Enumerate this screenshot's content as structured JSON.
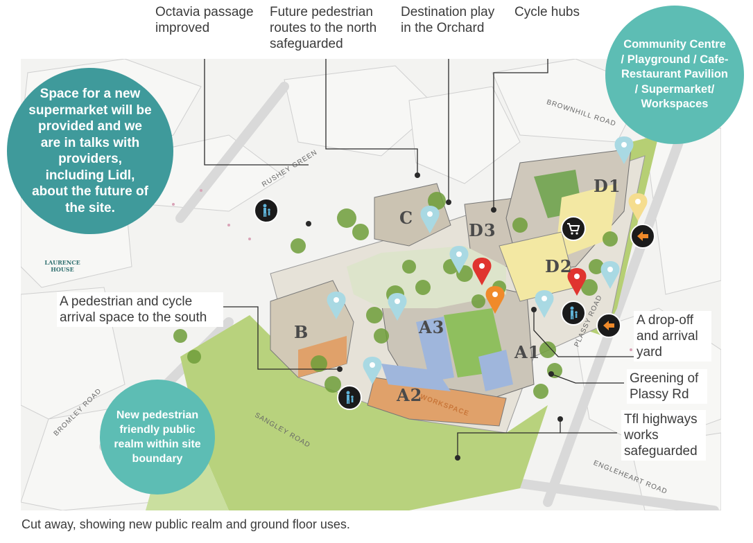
{
  "callouts": {
    "octavia": "Octavia passage improved",
    "future_routes": "Future pedestrian routes to the north safeguarded",
    "destination_play": "Destination play in the Orchard",
    "cycle_hubs": "Cycle hubs",
    "pedestrian_arrival": "A pedestrian and cycle arrival space to the south",
    "drop_off": "A drop-off and arrival yard",
    "greening": "Greening of Plassy Rd",
    "tfl": "Tfl highways works safeguarded"
  },
  "bubbles": {
    "supermarket": "Space for a new supermarket will be provided and we are in talks with providers, including Lidl, about the future of the site.",
    "community": "Community Centre / Playground / Cafe-Restaurant Pavilion / Supermarket/ Workspaces",
    "public_realm": "New pedestrian friendly public realm within site boundary"
  },
  "blocks": [
    "C",
    "D3",
    "D1",
    "D2",
    "B",
    "A3",
    "A1",
    "A2"
  ],
  "roads": {
    "brownhill": "BROWNHILL ROAD",
    "rushey": "RUSHEY GREEN",
    "plassy": "PLASSY ROAD",
    "bromley": "BROMLEY ROAD",
    "sangley": "SANGLEY ROAD",
    "engleheart": "ENGLEHEART ROAD"
  },
  "building_labels": {
    "laurence_house": "LAURENCE HOUSE",
    "workspace": "WORKSPACE"
  },
  "caption": "Cut away, showing new public realm and ground floor uses.",
  "colors": {
    "teal_dark": "#3f9a9b",
    "teal_light": "#5dbdb4",
    "pin_light_blue": "#a9d9e3",
    "pin_red": "#e0342f",
    "pin_orange": "#f08a2a",
    "pin_yellow": "#f5dd8f",
    "icon_black": "#1b1b1b",
    "arrow_orange": "#f08a2a",
    "grass": "#a8c96a",
    "workspace_orange": "#e0a16a",
    "ground_blue": "#9fb6dc",
    "retail_yellow": "#f3e8a3"
  },
  "icons": [
    "pedestrian-icon",
    "shopping-cart-icon",
    "arrow-left-icon",
    "map-pin-icon"
  ]
}
